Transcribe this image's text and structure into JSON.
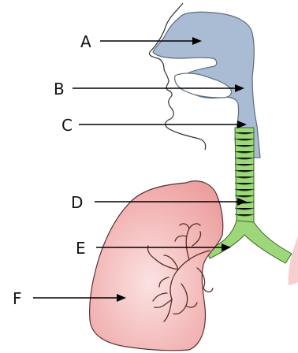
{
  "diagram": {
    "labels": {
      "A": "A",
      "B": "B",
      "C": "C",
      "D": "D",
      "E": "E",
      "F": "F"
    }
  },
  "colors": {
    "airway": "#a9bcd4",
    "airway_outline": "#5d6c80",
    "trachea": "#9ed67a",
    "trachea_rings": "#2f5b22",
    "lung_fill": "#f3b8b8",
    "lung_outline": "#5a2f2f",
    "bronchioles": "#5b2e22"
  }
}
